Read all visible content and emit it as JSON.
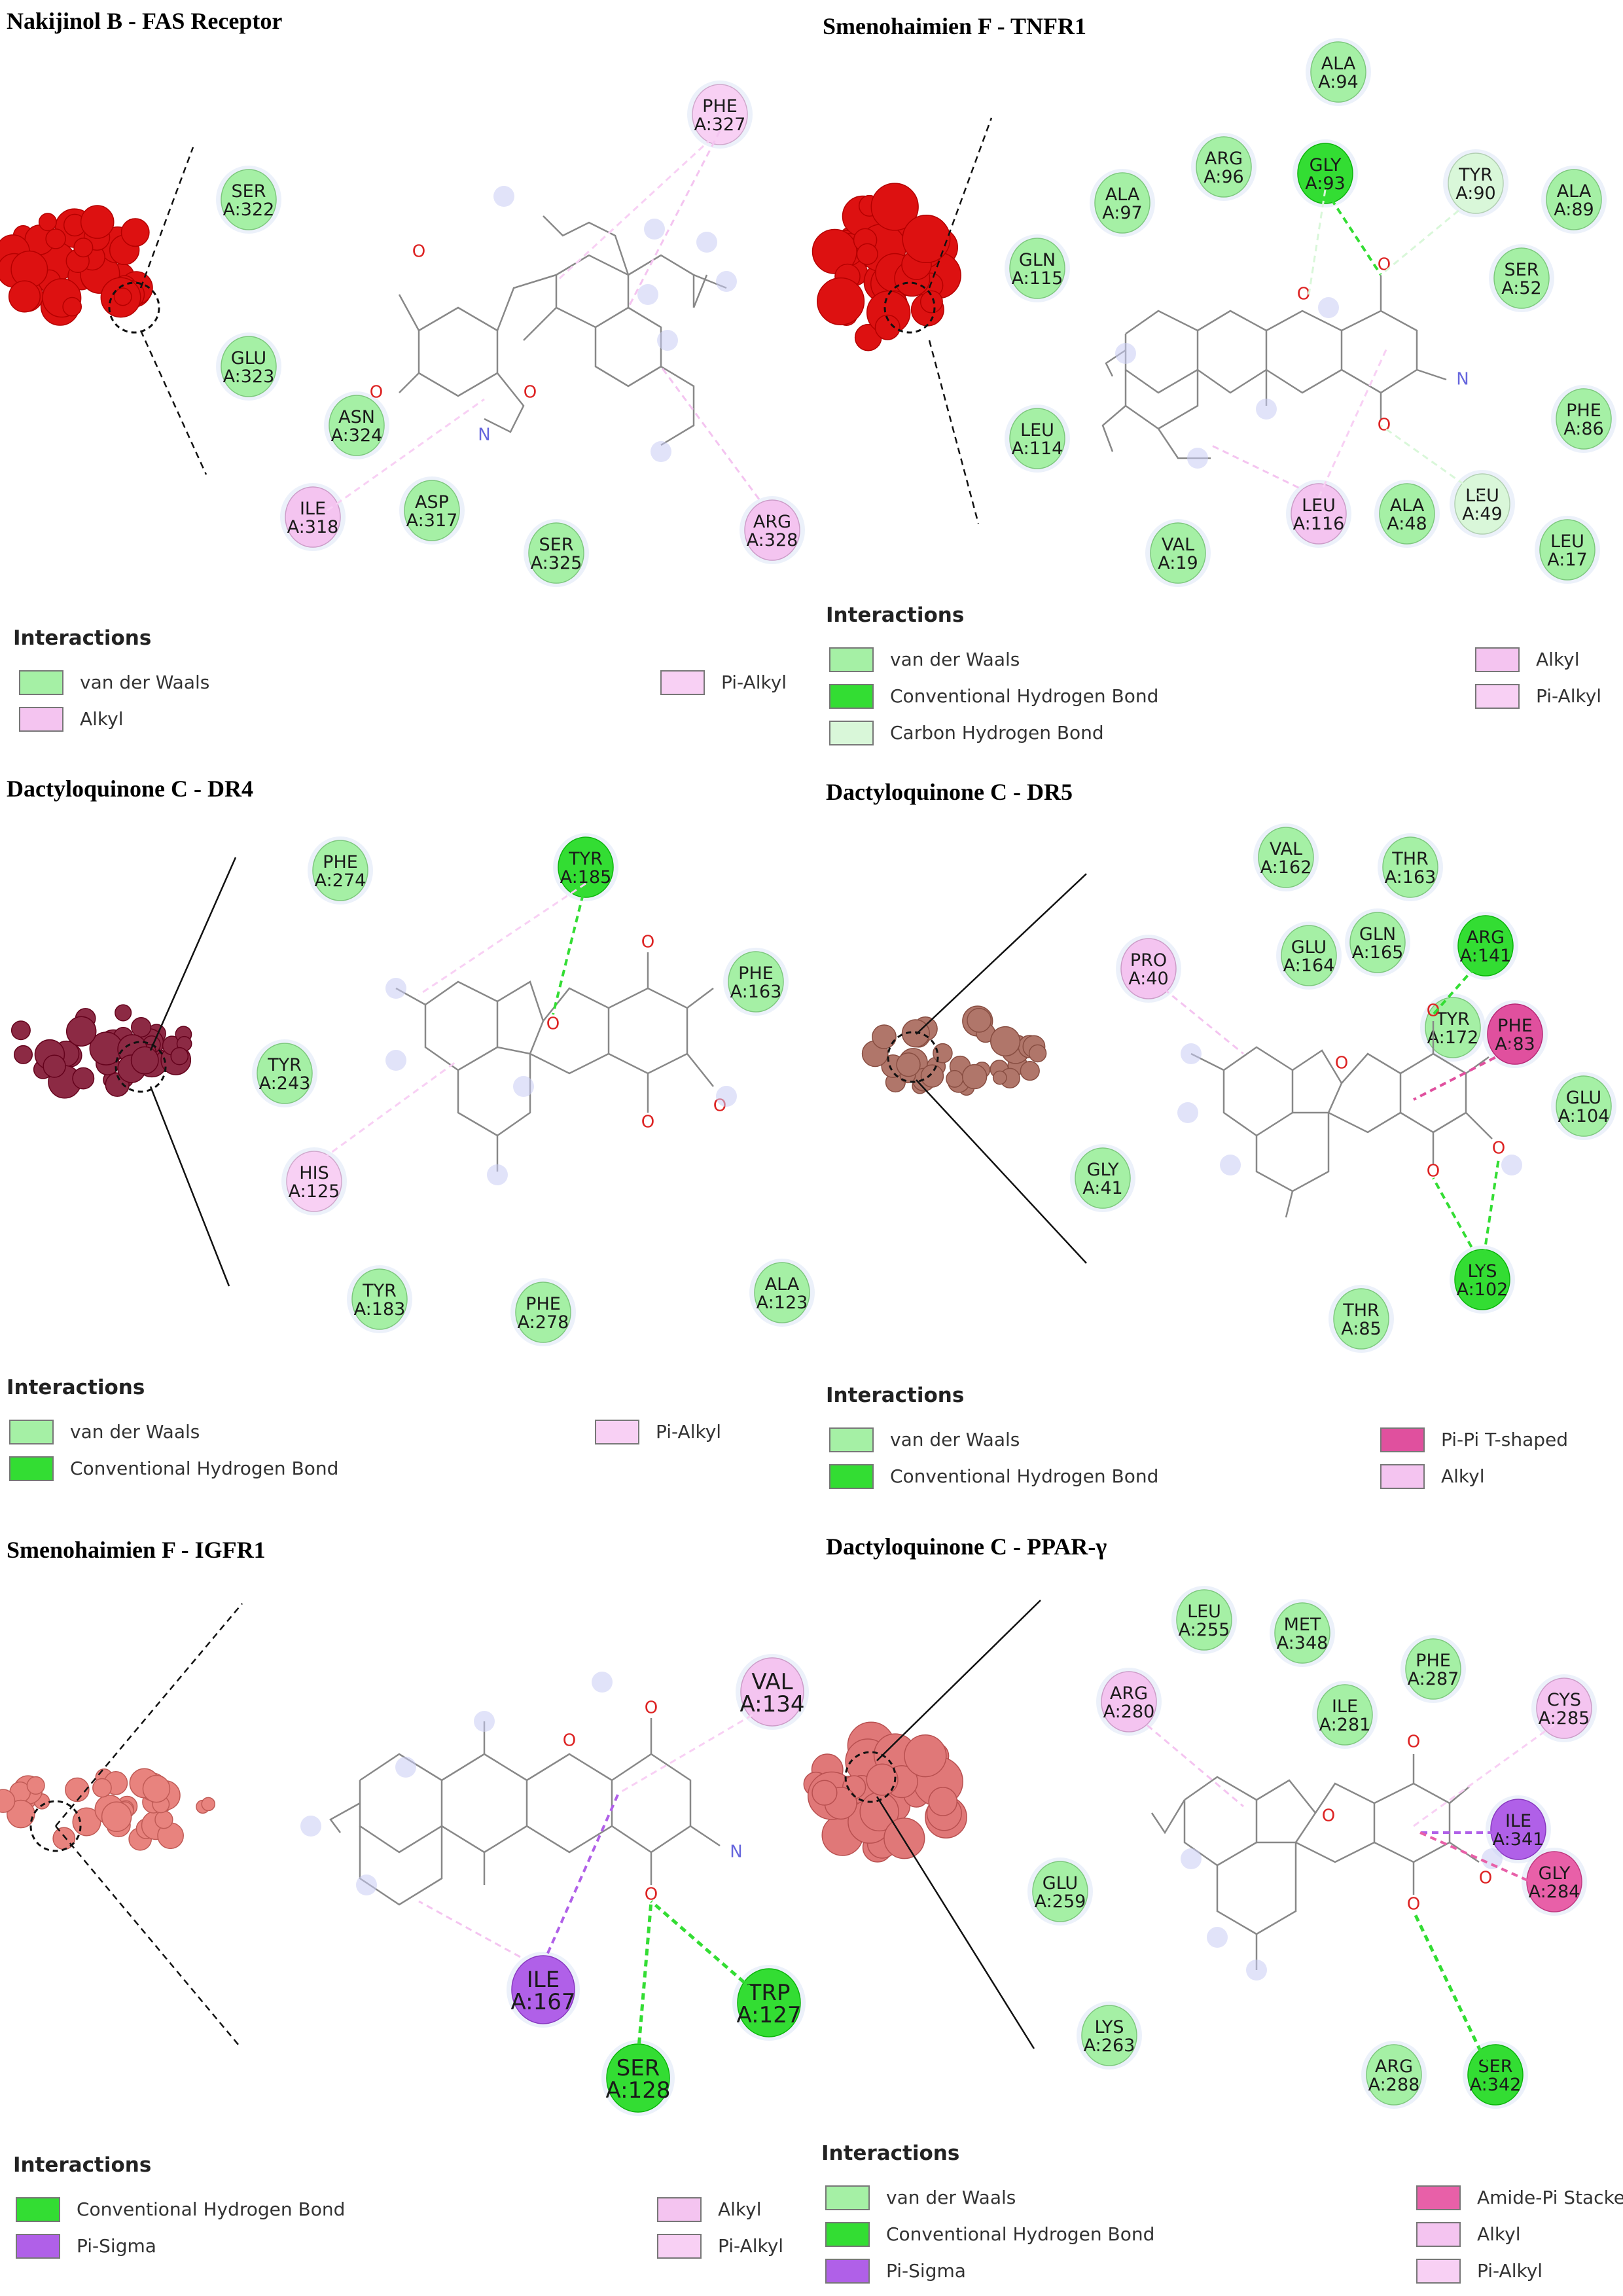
{
  "colors": {
    "vdw": "#a5f0a5",
    "hbond": "#33dd33",
    "carbon_h": "#d9f7d9",
    "alkyl": "#f4c4f0",
    "pi_alkyl": "#f8d0f4",
    "pi_pi": "#e0509e",
    "amide_pi": "#e860a8",
    "pi_sigma": "#b060e8",
    "bond": "#888888",
    "oxygen": "#dd2222",
    "nitrogen": "#6666dd"
  },
  "panels": [
    {
      "title": "Nakijinol B - FAS Receptor",
      "protein_color": "#dd1111",
      "residues": [
        {
          "label": [
            "SER",
            "A:322"
          ],
          "type": "vdw"
        },
        {
          "label": [
            "GLU",
            "A:323"
          ],
          "type": "vdw"
        },
        {
          "label": [
            "ASN",
            "A:324"
          ],
          "type": "vdw"
        },
        {
          "label": [
            "ILE",
            "A:318"
          ],
          "type": "alkyl"
        },
        {
          "label": [
            "ASP",
            "A:317"
          ],
          "type": "vdw"
        },
        {
          "label": [
            "SER",
            "A:325"
          ],
          "type": "vdw"
        },
        {
          "label": [
            "PHE",
            "A:327"
          ],
          "type": "pi_alkyl"
        },
        {
          "label": [
            "ARG",
            "A:328"
          ],
          "type": "alkyl"
        }
      ],
      "legend_title": "Interactions",
      "legend": [
        {
          "label": "van der Waals",
          "type": "vdw"
        },
        {
          "label": "Alkyl",
          "type": "alkyl"
        },
        {
          "label": "Pi-Alkyl",
          "type": "pi_alkyl"
        }
      ]
    },
    {
      "title": "Smenohaimien F - TNFR1",
      "protein_color": "#dd1111",
      "residues": [
        {
          "label": [
            "ALA",
            "A:94"
          ],
          "type": "vdw"
        },
        {
          "label": [
            "ARG",
            "A:96"
          ],
          "type": "vdw"
        },
        {
          "label": [
            "GLY",
            "A:93"
          ],
          "type": "hbond"
        },
        {
          "label": [
            "TYR",
            "A:90"
          ],
          "type": "carbon_h"
        },
        {
          "label": [
            "ALA",
            "A:97"
          ],
          "type": "vdw"
        },
        {
          "label": [
            "ALA",
            "A:89"
          ],
          "type": "vdw"
        },
        {
          "label": [
            "SER",
            "A:52"
          ],
          "type": "vdw"
        },
        {
          "label": [
            "GLN",
            "A:115"
          ],
          "type": "vdw"
        },
        {
          "label": [
            "LEU",
            "A:114"
          ],
          "type": "vdw"
        },
        {
          "label": [
            "PHE",
            "A:86"
          ],
          "type": "vdw"
        },
        {
          "label": [
            "LEU",
            "A:116"
          ],
          "type": "alkyl"
        },
        {
          "label": [
            "ALA",
            "A:48"
          ],
          "type": "vdw"
        },
        {
          "label": [
            "LEU",
            "A:49"
          ],
          "type": "carbon_h"
        },
        {
          "label": [
            "VAL",
            "A:19"
          ],
          "type": "vdw"
        },
        {
          "label": [
            "LEU",
            "A:17"
          ],
          "type": "vdw"
        }
      ],
      "legend_title": "Interactions",
      "legend": [
        {
          "label": "van der Waals",
          "type": "vdw"
        },
        {
          "label": "Conventional Hydrogen Bond",
          "type": "hbond"
        },
        {
          "label": "Carbon Hydrogen Bond",
          "type": "carbon_h"
        },
        {
          "label": "Alkyl",
          "type": "alkyl"
        },
        {
          "label": "Pi-Alkyl",
          "type": "pi_alkyl"
        }
      ]
    },
    {
      "title": "Dactyloquinone C - DR4",
      "protein_color": "#8c2a44",
      "residues": [
        {
          "label": [
            "PHE",
            "A:274"
          ],
          "type": "vdw"
        },
        {
          "label": [
            "TYR",
            "A:185"
          ],
          "type": "hbond"
        },
        {
          "label": [
            "PHE",
            "A:163"
          ],
          "type": "vdw"
        },
        {
          "label": [
            "TYR",
            "A:243"
          ],
          "type": "vdw"
        },
        {
          "label": [
            "HIS",
            "A:125"
          ],
          "type": "pi_alkyl"
        },
        {
          "label": [
            "TYR",
            "A:183"
          ],
          "type": "vdw"
        },
        {
          "label": [
            "PHE",
            "A:278"
          ],
          "type": "vdw"
        },
        {
          "label": [
            "ALA",
            "A:123"
          ],
          "type": "vdw"
        }
      ],
      "legend_title": "Interactions",
      "legend": [
        {
          "label": "van der Waals",
          "type": "vdw"
        },
        {
          "label": "Conventional Hydrogen Bond",
          "type": "hbond"
        },
        {
          "label": "Pi-Alkyl",
          "type": "pi_alkyl"
        }
      ]
    },
    {
      "title": "Dactyloquinone C - DR5",
      "protein_color": "#b0766a",
      "residues": [
        {
          "label": [
            "VAL",
            "A:162"
          ],
          "type": "vdw"
        },
        {
          "label": [
            "THR",
            "A:163"
          ],
          "type": "vdw"
        },
        {
          "label": [
            "GLU",
            "A:164"
          ],
          "type": "vdw"
        },
        {
          "label": [
            "GLN",
            "A:165"
          ],
          "type": "vdw"
        },
        {
          "label": [
            "ARG",
            "A:141"
          ],
          "type": "hbond"
        },
        {
          "label": [
            "PRO",
            "A:40"
          ],
          "type": "alkyl"
        },
        {
          "label": [
            "TYR",
            "A:172"
          ],
          "type": "vdw"
        },
        {
          "label": [
            "PHE",
            "A:83"
          ],
          "type": "pi_pi"
        },
        {
          "label": [
            "GLU",
            "A:104"
          ],
          "type": "vdw"
        },
        {
          "label": [
            "GLY",
            "A:41"
          ],
          "type": "vdw"
        },
        {
          "label": [
            "LYS",
            "A:102"
          ],
          "type": "hbond"
        },
        {
          "label": [
            "THR",
            "A:85"
          ],
          "type": "vdw"
        }
      ],
      "legend_title": "Interactions",
      "legend": [
        {
          "label": "van der Waals",
          "type": "vdw"
        },
        {
          "label": "Conventional Hydrogen Bond",
          "type": "hbond"
        },
        {
          "label": "Pi-Pi T-shaped",
          "type": "pi_pi"
        },
        {
          "label": "Alkyl",
          "type": "alkyl"
        }
      ]
    },
    {
      "title": "Smenohaimien F - IGFR1",
      "protein_color": "#e8837e",
      "residues": [
        {
          "label": [
            "VAL",
            "A:134"
          ],
          "type": "alkyl"
        },
        {
          "label": [
            "ILE",
            "A:167"
          ],
          "type": "pi_sigma"
        },
        {
          "label": [
            "TRP",
            "A:127"
          ],
          "type": "hbond"
        },
        {
          "label": [
            "SER",
            "A:128"
          ],
          "type": "hbond"
        }
      ],
      "legend_title": "Interactions",
      "legend": [
        {
          "label": "Conventional Hydrogen Bond",
          "type": "hbond"
        },
        {
          "label": "Pi-Sigma",
          "type": "pi_sigma"
        },
        {
          "label": "Alkyl",
          "type": "alkyl"
        },
        {
          "label": "Pi-Alkyl",
          "type": "pi_alkyl"
        }
      ]
    },
    {
      "title": "Dactyloquinone C - PPAR-γ",
      "protein_color": "#e07878",
      "residues": [
        {
          "label": [
            "LEU",
            "A:255"
          ],
          "type": "vdw"
        },
        {
          "label": [
            "MET",
            "A:348"
          ],
          "type": "vdw"
        },
        {
          "label": [
            "PHE",
            "A:287"
          ],
          "type": "vdw"
        },
        {
          "label": [
            "ARG",
            "A:280"
          ],
          "type": "alkyl"
        },
        {
          "label": [
            "ILE",
            "A:281"
          ],
          "type": "vdw"
        },
        {
          "label": [
            "CYS",
            "A:285"
          ],
          "type": "alkyl"
        },
        {
          "label": [
            "ILE",
            "A:341"
          ],
          "type": "pi_sigma"
        },
        {
          "label": [
            "GLY",
            "A:284"
          ],
          "type": "amide_pi"
        },
        {
          "label": [
            "GLU",
            "A:259"
          ],
          "type": "vdw"
        },
        {
          "label": [
            "LYS",
            "A:263"
          ],
          "type": "vdw"
        },
        {
          "label": [
            "ARG",
            "A:288"
          ],
          "type": "vdw"
        },
        {
          "label": [
            "SER",
            "A:342"
          ],
          "type": "hbond"
        }
      ],
      "legend_title": "Interactions",
      "legend": [
        {
          "label": "van der Waals",
          "type": "vdw"
        },
        {
          "label": "Conventional Hydrogen Bond",
          "type": "hbond"
        },
        {
          "label": "Pi-Sigma",
          "type": "pi_sigma"
        },
        {
          "label": "Amide-Pi Stacked",
          "type": "amide_pi"
        },
        {
          "label": "Alkyl",
          "type": "alkyl"
        },
        {
          "label": "Pi-Alkyl",
          "type": "pi_alkyl"
        }
      ]
    }
  ]
}
